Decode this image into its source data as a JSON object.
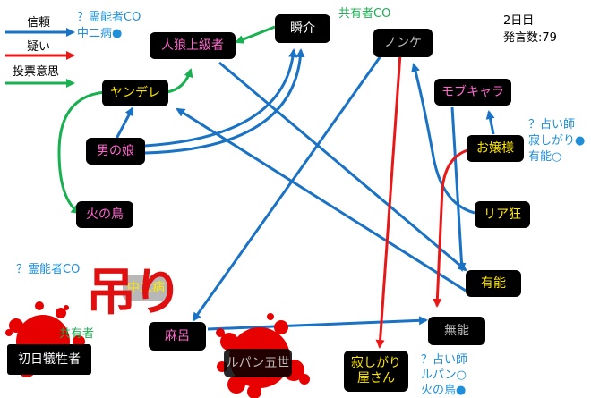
{
  "day_info": {
    "day": "2日目",
    "post_count": "発言数:79"
  },
  "legend": [
    {
      "label": "信頼",
      "color": "#1a72c4"
    },
    {
      "label": "疑い",
      "color": "#e81818"
    },
    {
      "label": "投票意思",
      "color": "#18b050"
    }
  ],
  "colors": {
    "trust": "#1a72c4",
    "doubt": "#e81818",
    "vote": "#18b050",
    "note": "#1e8fd8",
    "pink": "#ff66cc",
    "yellow": "#ffe800",
    "gray": "#bbbbbb",
    "white": "#ffffff",
    "hang": "#e01010",
    "co_green": "#18b050"
  },
  "nodes": {
    "shunsuke": "瞬介",
    "jinro": "人狼上級者",
    "nonke": "ノンケ",
    "yandere": "ヤンデレ",
    "mobchara": "モブキャラ",
    "otokonoko": "男の娘",
    "ojousama": "お嬢様",
    "hinotori": "火の鳥",
    "riajuu": "リア狂",
    "yuunou": "有能",
    "maro": "麻呂",
    "munou": "無能",
    "shoniti": "初日犠牲者",
    "lupin": "ルパン五世",
    "sabishigari": [
      "寂しがり",
      "屋さん"
    ],
    "hidden": "中二病"
  },
  "notes": {
    "shunsuke_co": "共有者CO",
    "jinro_note": [
      "？霊能者CO",
      "中二病●"
    ],
    "ojousama_note": [
      "？占い師",
      "寂しがり●",
      "有能○"
    ],
    "left_note": "？霊能者CO",
    "shoniti_co": "共有者",
    "bottom_note": [
      "？占い師",
      "ルパン○",
      "火の鳥●"
    ],
    "hang_label": "吊り"
  },
  "icons": [
    "blood-splatter-icon",
    "blood-splatter-icon"
  ]
}
